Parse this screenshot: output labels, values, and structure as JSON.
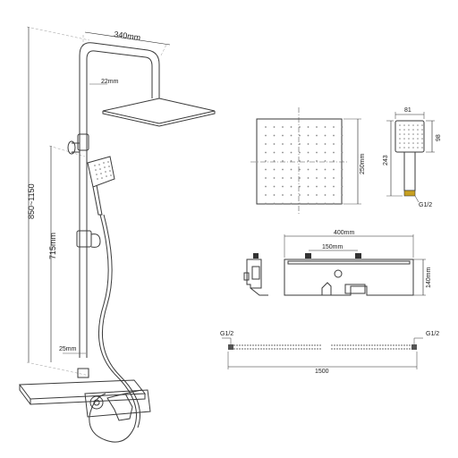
{
  "labels": {
    "arm_width": "340mm",
    "arm_diameter": "22mm",
    "total_height": "850~1150",
    "bar_height": "715mm",
    "bar_diameter": "25mm",
    "head_size": "250mm",
    "hand_width": "81",
    "hand_head_h": "98",
    "hand_length": "243",
    "hand_thread": "G1/2",
    "mixer_width": "400mm",
    "mixer_centers": "150mm",
    "mixer_height": "140mm",
    "hose_thread_left": "G1/2",
    "hose_thread_right": "G1/2",
    "hose_length": "1500"
  },
  "colors": {
    "line": "#3a3a3a",
    "accent": "#c8a020"
  }
}
